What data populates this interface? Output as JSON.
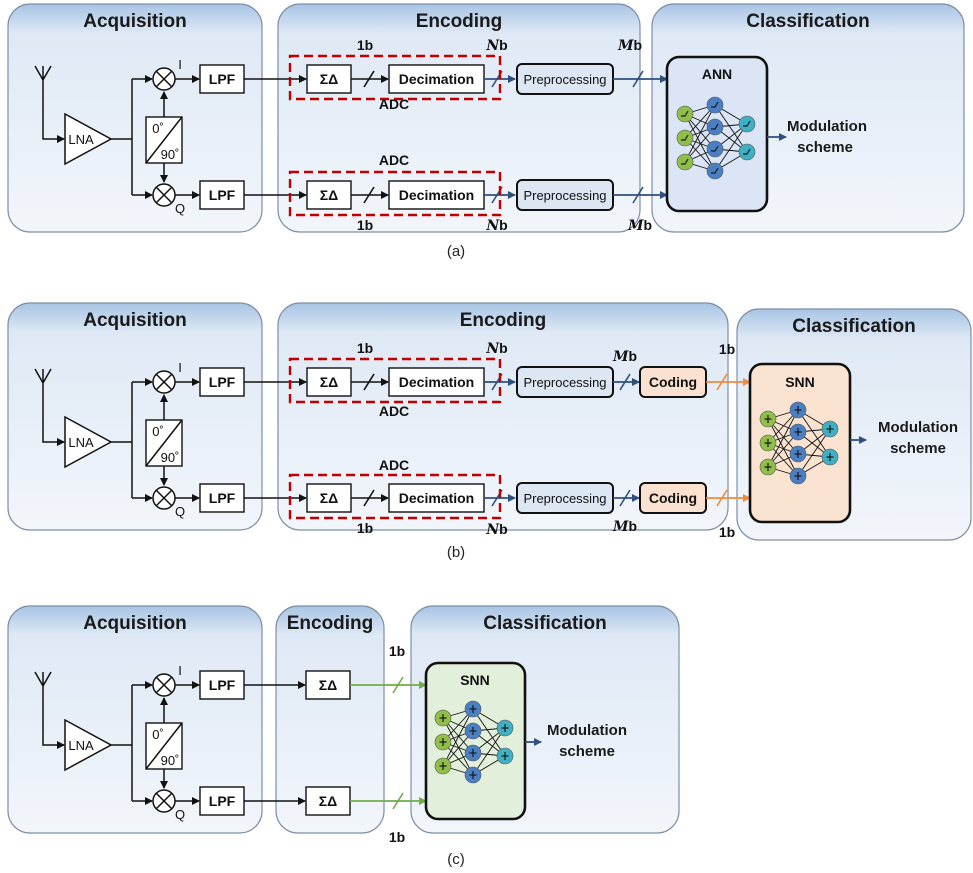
{
  "colors": {
    "panel_top": "#a7c4e4",
    "panel_bottom": "#f2f6fb",
    "adc_border": "#c00000",
    "ann_fill": "#dbe5f5",
    "snn_b_fill": "#fbe3d2",
    "snn_c_fill": "#e2efda",
    "wire_blue": "#2f4f7f",
    "wire_orange": "#f08a3c",
    "wire_green": "#70ad47"
  },
  "panels": {
    "acquisition": "Acquisition",
    "encoding": "Encoding",
    "classification": "Classification"
  },
  "blocks": {
    "lna": "LNA",
    "lpf": "LPF",
    "sigma_delta": "ΣΔ",
    "decimation": "Decimation",
    "preprocessing": "Preprocessing",
    "coding": "Coding",
    "adc": "ADC",
    "ann": "ANN",
    "snn": "SNN",
    "phase_0": "0˚",
    "phase_90": "90˚",
    "i_label": "I",
    "q_label": "Q"
  },
  "bits": {
    "one_bit": "1b",
    "n_bit_n": "N",
    "m_bit_m": "M",
    "b_suffix": "b"
  },
  "output": {
    "line1": "Modulation",
    "line2": "scheme"
  },
  "captions": {
    "a": "(a)",
    "b": "(b)",
    "c": "(c)"
  },
  "icons": [
    "antenna-icon",
    "mixer-icon",
    "neural-network-icon",
    "arrow-right-icon"
  ]
}
